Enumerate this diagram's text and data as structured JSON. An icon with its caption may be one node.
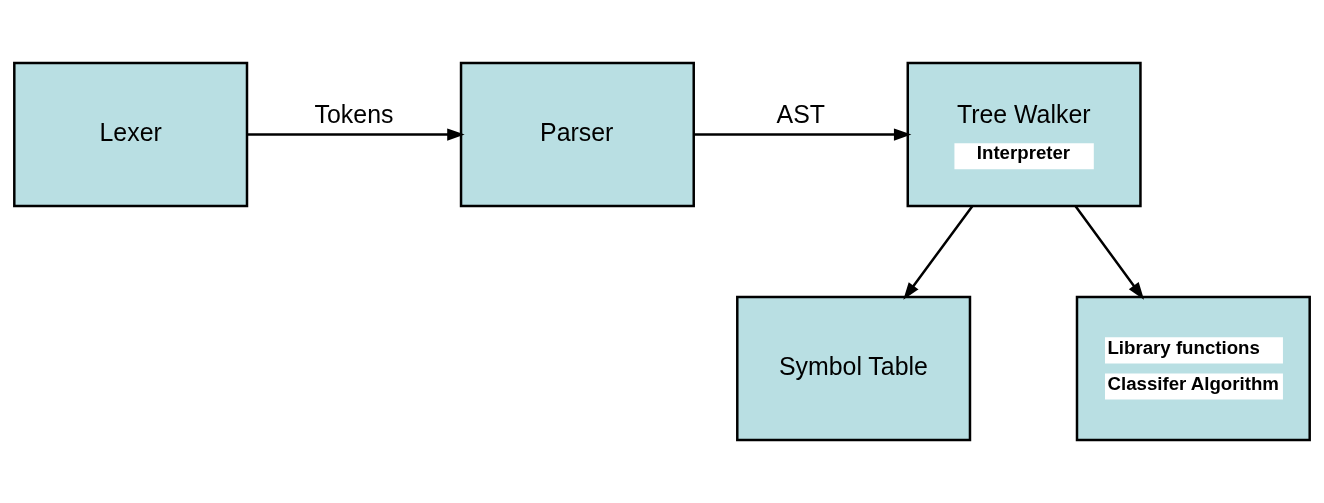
{
  "diagram": {
    "nodes": [
      {
        "text": [
          "Lexer"
        ]
      },
      {
        "text": [
          "Parser"
        ]
      },
      {
        "text": [
          "Tree Walker",
          "Interpreter"
        ]
      },
      {
        "text": [
          "Symbol Table"
        ]
      },
      {
        "text": [
          "Library functions",
          "Classifer Algorithm"
        ]
      }
    ],
    "edges": [
      {
        "from": 0,
        "to": 1,
        "arrow": "to",
        "label": "Tokens"
      },
      {
        "from": 1,
        "to": 2,
        "arrow": "to",
        "label": "AST"
      },
      {
        "from": 2,
        "to": 3,
        "arrow": "to"
      },
      {
        "from": 2,
        "to": 4,
        "arrow": "to"
      }
    ]
  }
}
